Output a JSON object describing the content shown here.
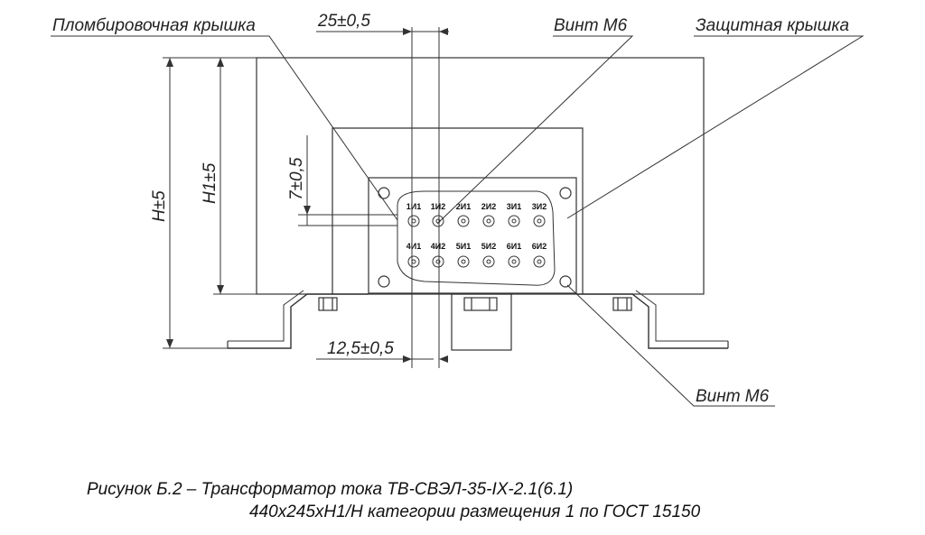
{
  "labels": {
    "seal_cover": "Пломбировочная крышка",
    "screw_top": "Винт М6",
    "protective_cover": "Защитная крышка",
    "screw_bottom": "Винт М6"
  },
  "dimensions": {
    "top_width": "25±0,5",
    "bottom_width": "12,5±0,5",
    "height_h": "H±5",
    "height_h1": "H1±5",
    "offset": "7±0,5"
  },
  "terminals": {
    "top_row": [
      "1И1",
      "1И2",
      "2И1",
      "2И2",
      "3И1",
      "3И2"
    ],
    "bottom_row": [
      "4И1",
      "4И2",
      "5И1",
      "5И2",
      "6И1",
      "6И2"
    ]
  },
  "caption": {
    "line1": "Рисунок Б.2 – Трансформатор тока ТВ-СВЭЛ-35-IX-2.1(6.1)",
    "line2": "440x245xH1/H категории размещения 1 по ГОСТ 15150"
  }
}
